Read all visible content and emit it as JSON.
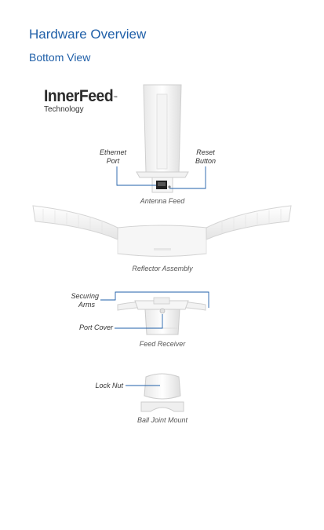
{
  "heading": "Hardware Overview",
  "subheading": "Bottom View",
  "logo": {
    "word": "InnerFeed",
    "tm": "™",
    "sub": "Technology"
  },
  "labels": {
    "ethernet_port": [
      "Ethernet",
      "Port"
    ],
    "reset_button": [
      "Reset",
      "Button"
    ],
    "securing_arms": [
      "Securing",
      "Arms"
    ],
    "port_cover": "Port Cover",
    "lock_nut": "Lock Nut"
  },
  "captions": {
    "antenna_feed": "Antenna Feed",
    "reflector_assembly": "Reflector Assembly",
    "feed_receiver": "Feed Receiver",
    "ball_joint_mount": "Ball Joint Mount"
  },
  "colors": {
    "heading": "#1f5fa8",
    "callout_line": "#1f5fa8"
  }
}
